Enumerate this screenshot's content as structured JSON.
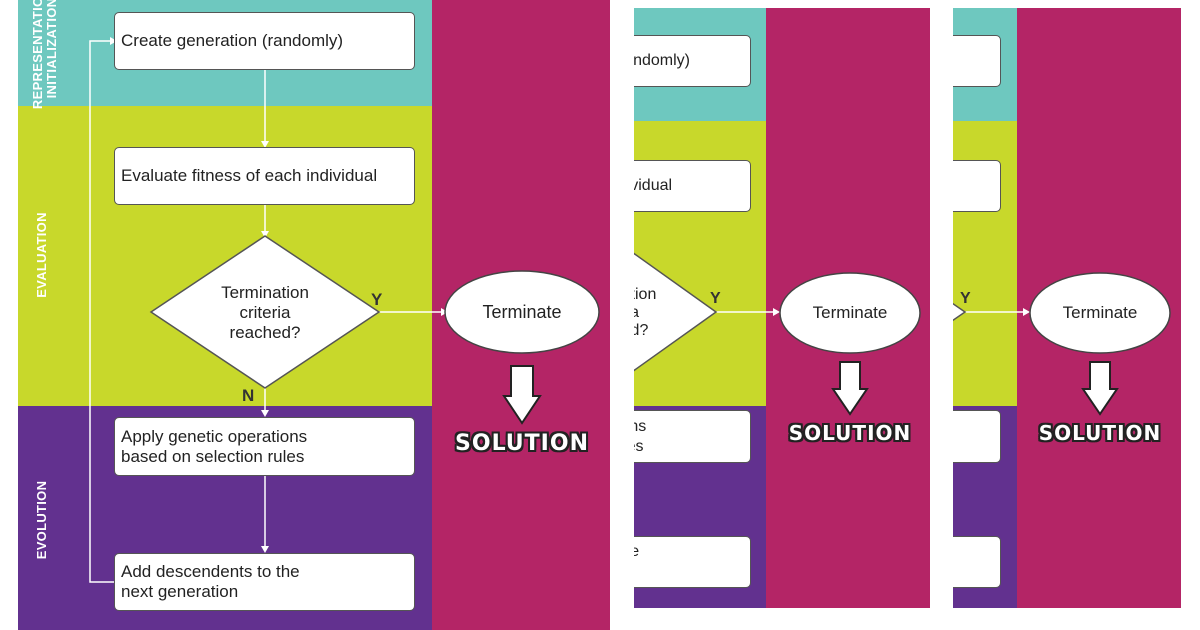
{
  "lanes": {
    "representation": "REPRESENTATION\nINITIALIZATION",
    "evaluation": "EVALUATION",
    "evolution": "EVOLUTION"
  },
  "steps": {
    "create": "Create generation (randomly)",
    "evaluate": "Evaluate fitness of each individual",
    "decision": "Termination\ncriteria\nreached?",
    "apply": "Apply genetic operations\nbased on selection rules",
    "add": "Add descendents to the\nnext generation"
  },
  "terminate": "Terminate",
  "solution": "SOLUTION",
  "branch_yes": "Y",
  "branch_no": "N",
  "colors": {
    "teal": "#6ec8bf",
    "lime": "#c8d82b",
    "purple": "#62318f",
    "magenta": "#b42566"
  }
}
